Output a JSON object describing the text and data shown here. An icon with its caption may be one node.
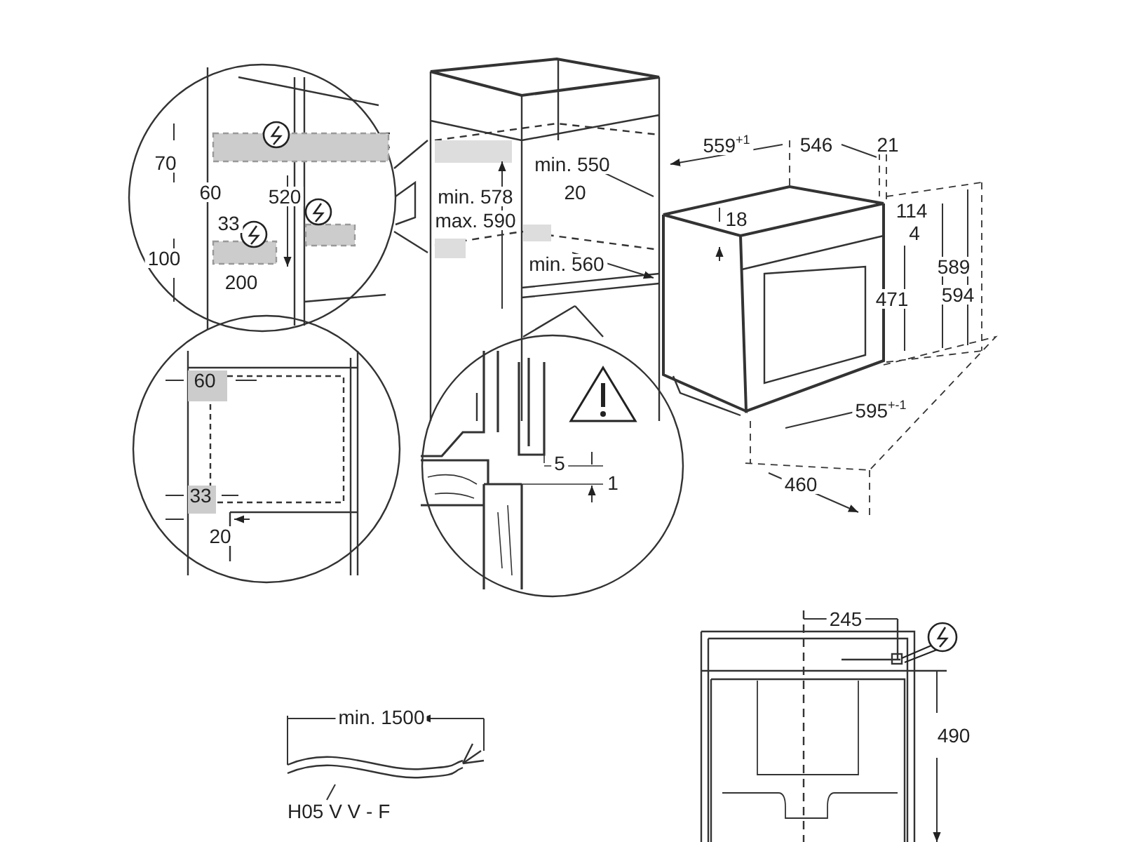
{
  "diagram": {
    "nodes": [
      {
        "text": [
          "H05 V V - F"
        ]
      },
      {
        "text": [],
        "shape": "cable"
      }
    ],
    "edges": [
      {
        "from": 0,
        "to": 1,
        "arrow": "none"
      }
    ],
    "labels": [
      "559$^{+1}$",
      "546",
      "21",
      "70",
      "min. 550",
      "60",
      "520",
      "min. 578",
      "20",
      "114",
      "33",
      "max. 590",
      "18",
      "4",
      "100",
      "200",
      "min. 560",
      "471",
      "589",
      "594",
      "60",
      "595$^{+-1}$",
      "5",
      "33",
      "1",
      "460",
      "20",
      "245",
      "min. 1500",
      "490"
    ]
  }
}
